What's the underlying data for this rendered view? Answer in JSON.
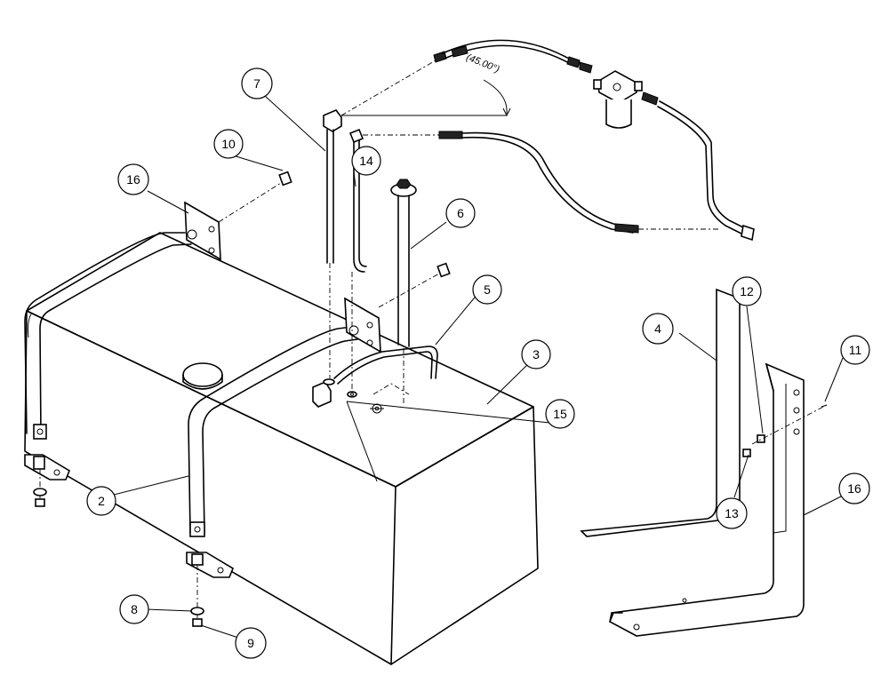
{
  "callouts": {
    "c2": "2",
    "c3": "3",
    "c4": "4",
    "c5": "5",
    "c6": "6",
    "c7": "7",
    "c8": "8",
    "c9": "9",
    "c10": "10",
    "c11": "11",
    "c12": "12",
    "c13": "13",
    "c14": "14",
    "c15": "15",
    "c16a": "16",
    "c16b": "16"
  },
  "dimension": {
    "angle": "(45.00°)"
  }
}
